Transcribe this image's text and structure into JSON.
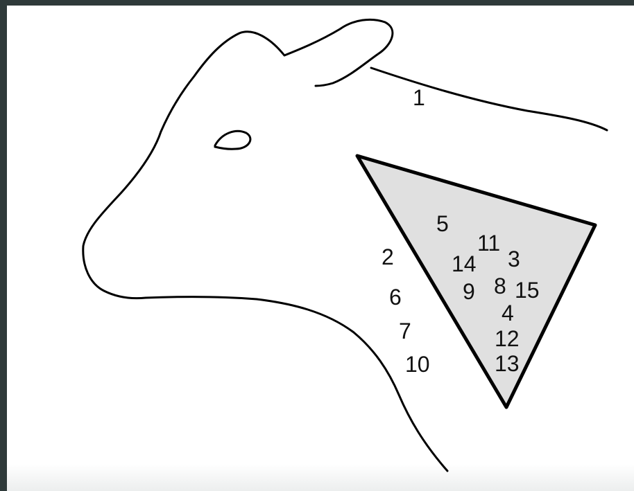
{
  "diagram": {
    "labels": {
      "n1": "1",
      "n2": "2",
      "n3": "3",
      "n4": "4",
      "n5": "5",
      "n6": "6",
      "n7": "7",
      "n8": "8",
      "n9": "9",
      "n10": "10",
      "n11": "11",
      "n12": "12",
      "n13": "13",
      "n14": "14",
      "n15": "15"
    },
    "colors": {
      "background": "#2f3a3a",
      "canvas": "#ffffff",
      "outline": "#000000",
      "triangle_fill": "#e0e0e0"
    }
  }
}
